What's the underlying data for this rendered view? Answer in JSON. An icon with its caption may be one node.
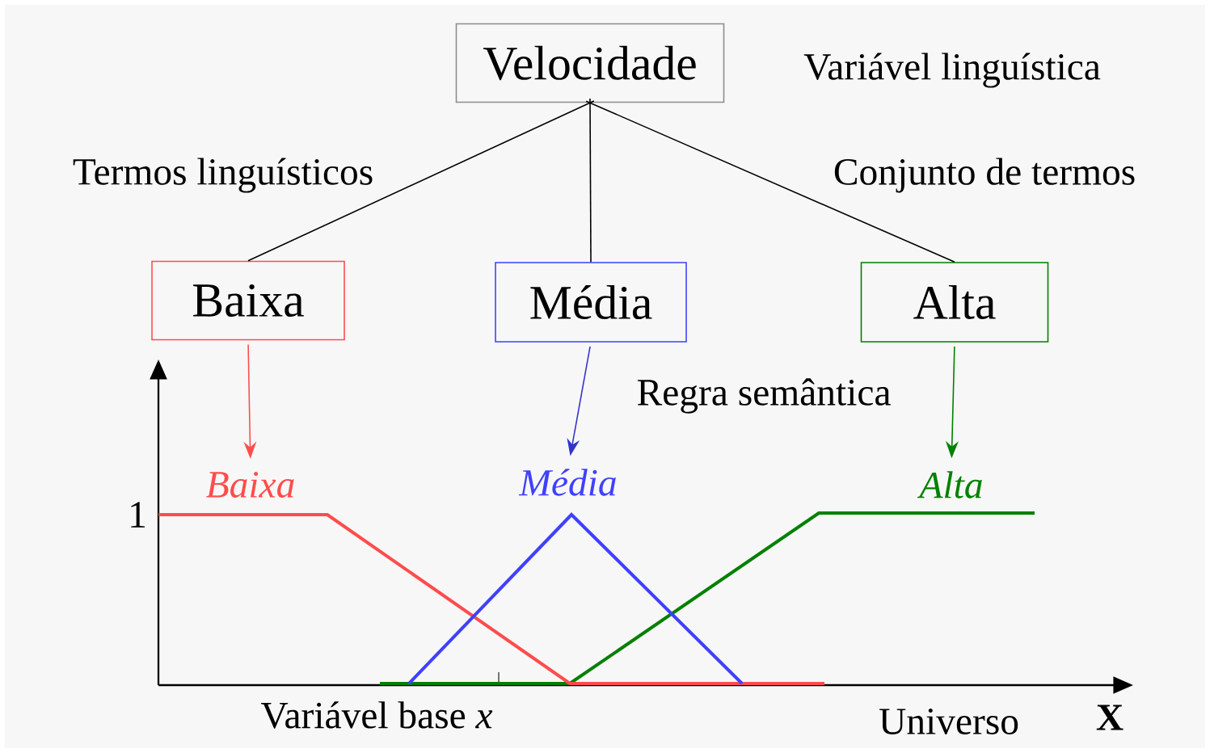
{
  "diagram": {
    "nodes": [
      {
        "text": [
          "Velocidade"
        ]
      },
      {
        "text": [
          "Baixa"
        ]
      },
      {
        "text": [
          "Média"
        ]
      },
      {
        "text": [
          "Alta"
        ]
      },
      {
        "text": [
          "Baixa"
        ]
      },
      {
        "text": [
          "Média"
        ]
      },
      {
        "text": [
          "Alta"
        ]
      }
    ],
    "edges": [
      {
        "from": 0,
        "to": 1,
        "arrow": "none"
      },
      {
        "from": 0,
        "to": 2,
        "arrow": "none"
      },
      {
        "from": 0,
        "to": 3,
        "arrow": "none"
      },
      {
        "from": 1,
        "to": 4,
        "arrow": "to",
        "color": "#ff4d4d"
      },
      {
        "from": 2,
        "to": 5,
        "arrow": "to",
        "color": "#3333cc"
      },
      {
        "from": 3,
        "to": 6,
        "arrow": "to",
        "color": "#008000"
      }
    ],
    "labels": [
      "Variável linguística",
      "Termos linguísticos",
      "Conjunto de termos",
      "Regra semântica",
      "1",
      "Variável base *x*",
      "Universo",
      "X"
    ]
  }
}
